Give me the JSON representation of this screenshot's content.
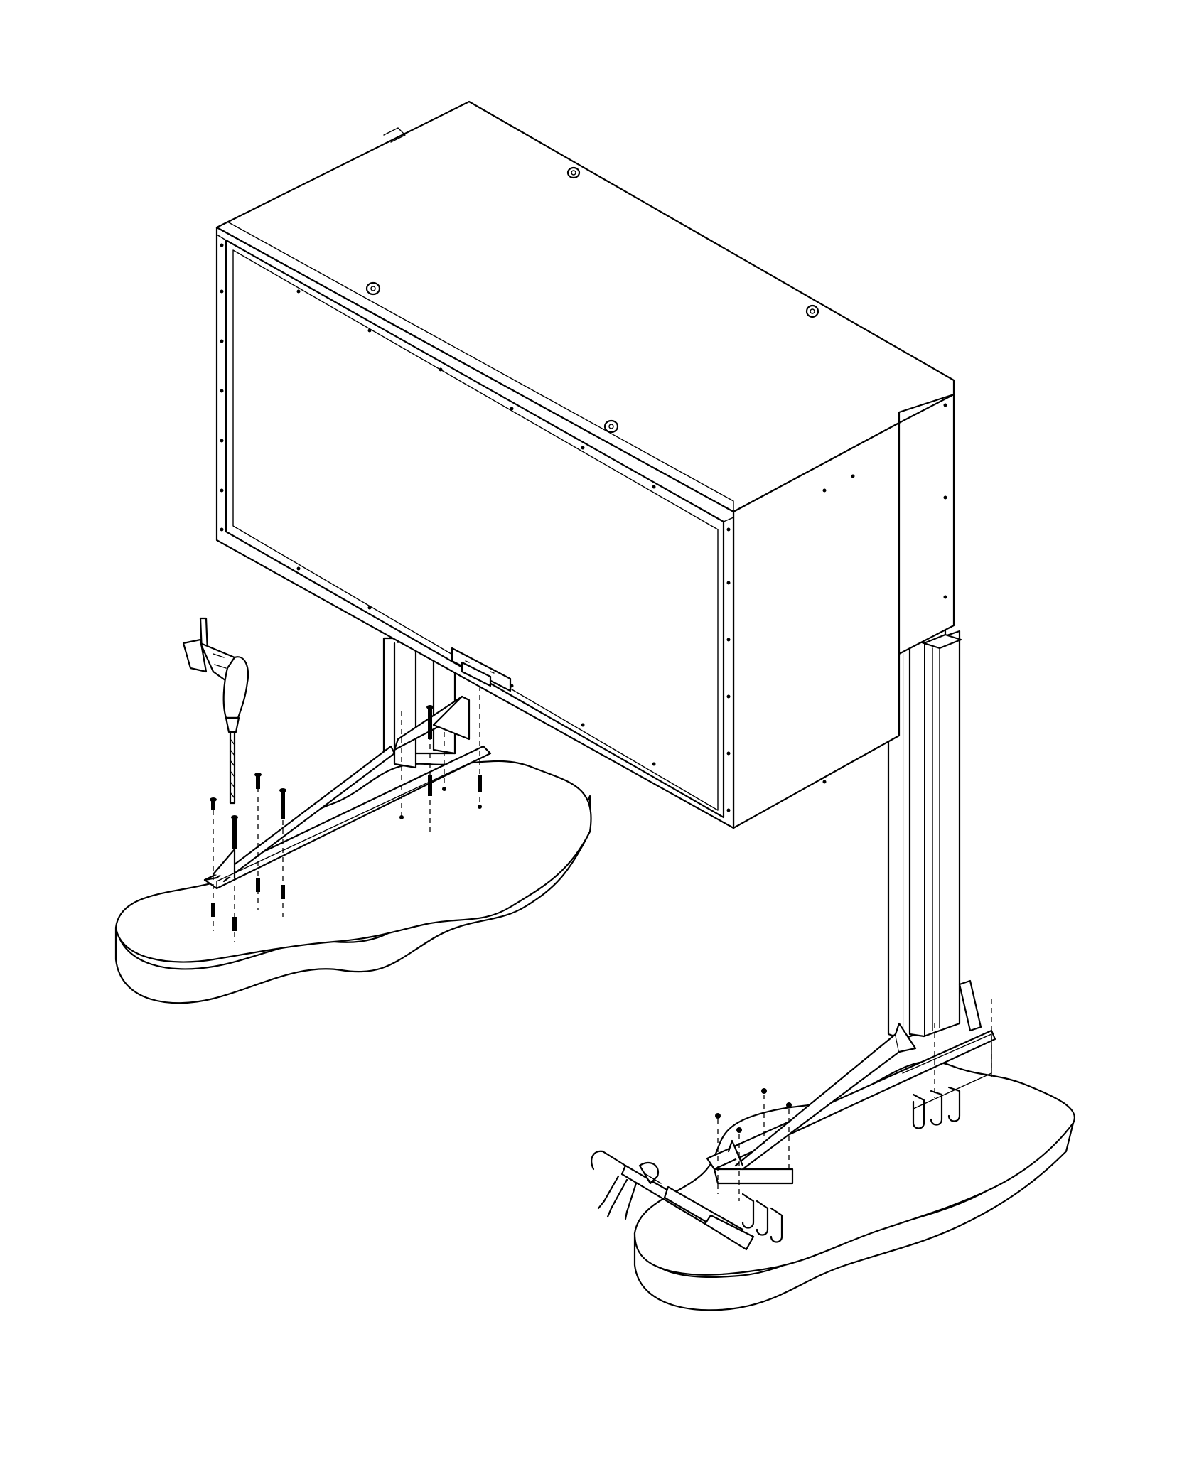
{
  "figure": {
    "kind": "isometric assembly line drawing",
    "text_labels": [],
    "components": [
      "wall-cabinet",
      "left-support-post",
      "right-support-post",
      "left-floor-bracket",
      "right-floor-bracket",
      "left-concrete-slab",
      "right-concrete-slab",
      "hammer-drill",
      "caulking-gun",
      "anchor-bolts",
      "lock-hasp"
    ],
    "colors": {
      "line": "#000000",
      "fill": "#ffffff"
    }
  }
}
